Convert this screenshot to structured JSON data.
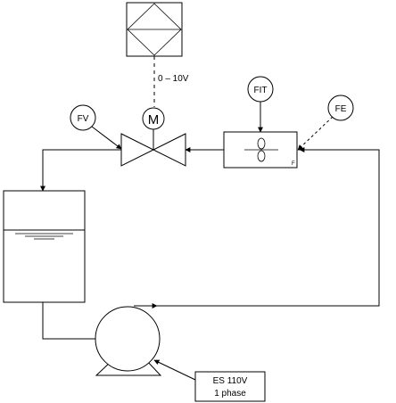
{
  "labels": {
    "signal": "0 – 10V",
    "fv": "FV",
    "motor": "M",
    "fit": "FIT",
    "fe": "FE",
    "flow_marker": "F",
    "power_line1": "ES 110V",
    "power_line2": "1 phase"
  }
}
